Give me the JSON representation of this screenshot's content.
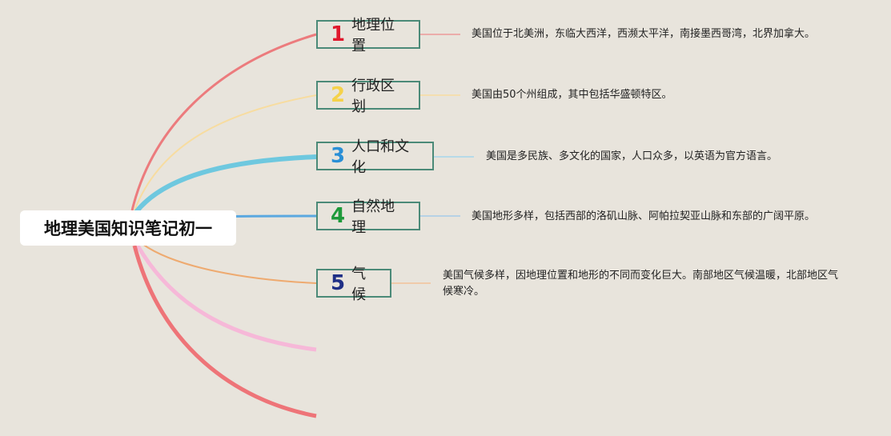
{
  "root": {
    "title": "地理美国知识笔记初一"
  },
  "topics": [
    {
      "num": "1",
      "title": "地理位置",
      "color": "#e0182d",
      "desc": "美国位于北美洲，东临大西洋，西濒太平洋，南接墨西哥湾，北界加拿大。"
    },
    {
      "num": "2",
      "title": "行政区划",
      "color": "#f5d24a",
      "desc": "美国由50个州组成，其中包括华盛顿特区。"
    },
    {
      "num": "3",
      "title": "人口和文化",
      "color": "#2a8fd6",
      "desc": "美国是多民族、多文化的国家，人口众多，以英语为官方语言。"
    },
    {
      "num": "4",
      "title": "自然地理",
      "color": "#1e9a3a",
      "desc": "美国地形多样，包括西部的洛矶山脉、阿帕拉契亚山脉和东部的广阔平原。"
    },
    {
      "num": "5",
      "title": "气候",
      "color": "#1f2f86",
      "desc": "美国气候多样，因地理位置和地形的不同而变化巨大。南部地区气候温暖，北部地区气候寒冷。"
    }
  ],
  "colors": {
    "background": "#e8e4dc",
    "topic_border": "#4b8a78",
    "branch_1": "#ec7b7d",
    "branch_2": "#f7dca0",
    "branch_3": "#6ec8df",
    "branch_4": "#5aa8e0",
    "branch_5": "#eeaa70",
    "branch_6": "#f6b8d8",
    "branch_7": "#ee7478"
  }
}
